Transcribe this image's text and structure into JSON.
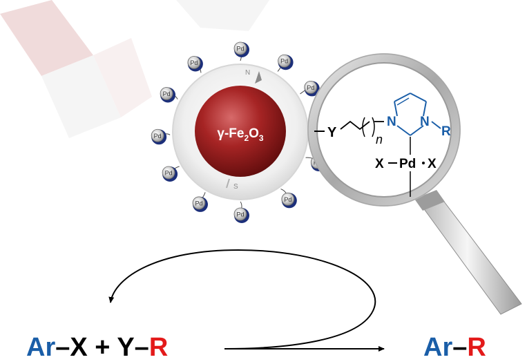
{
  "core": {
    "prefix": "γ-Fe",
    "sub1": "2",
    "mid": "O",
    "sub2": "3"
  },
  "compass": {
    "north": "N",
    "south": "S"
  },
  "pd_label": "Pd",
  "ligand": {
    "Y": "Y",
    "n": "n",
    "N1": "N",
    "N2": "N",
    "R": "R",
    "X_left": "X",
    "Pd": "Pd",
    "X_right": "X"
  },
  "reaction": {
    "lhs": [
      {
        "text": "Ar",
        "color": "blue"
      },
      {
        "text": "–X + Y–",
        "color": "black"
      },
      {
        "text": "R",
        "color": "red"
      }
    ],
    "rhs": [
      {
        "text": "Ar",
        "color": "blue"
      },
      {
        "text": "–",
        "color": "black"
      },
      {
        "text": "R",
        "color": "red"
      }
    ]
  },
  "colors": {
    "blue": "#1a5ea8",
    "black": "#000000",
    "red": "#e31a1a",
    "core": "#8b1a1a"
  }
}
